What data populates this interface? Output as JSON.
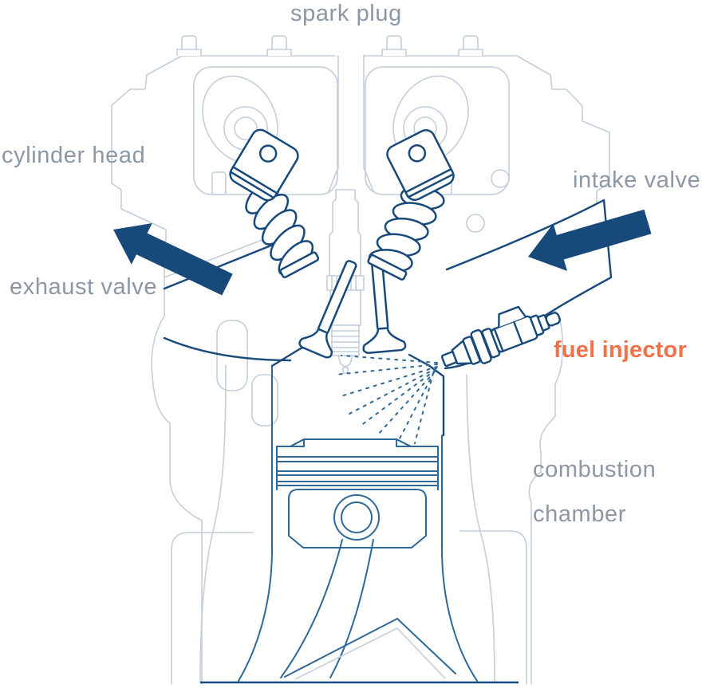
{
  "diagram": {
    "type": "engine-cross-section",
    "labels": {
      "spark_plug": "spark plug",
      "cylinder_head": "cylinder head",
      "intake_valve": "intake valve",
      "exhaust_valve": "exhaust valve",
      "fuel_injector": "fuel injector",
      "combustion_chamber_line1": "combustion",
      "combustion_chamber_line2": "chamber"
    },
    "icons": {
      "exhaust_flow": "arrow-up-left",
      "intake_flow": "arrow-left",
      "fuel_spray": "dashed-spray-fan"
    }
  },
  "colors": {
    "bg": "#ffffff",
    "label_grey": "#8b97a4",
    "accent_orange": "#f3714a",
    "line_light": "#c3cedb",
    "line_medium": "#2e6897",
    "line_dark": "#17497b",
    "arrow_navy": "#17497b"
  }
}
